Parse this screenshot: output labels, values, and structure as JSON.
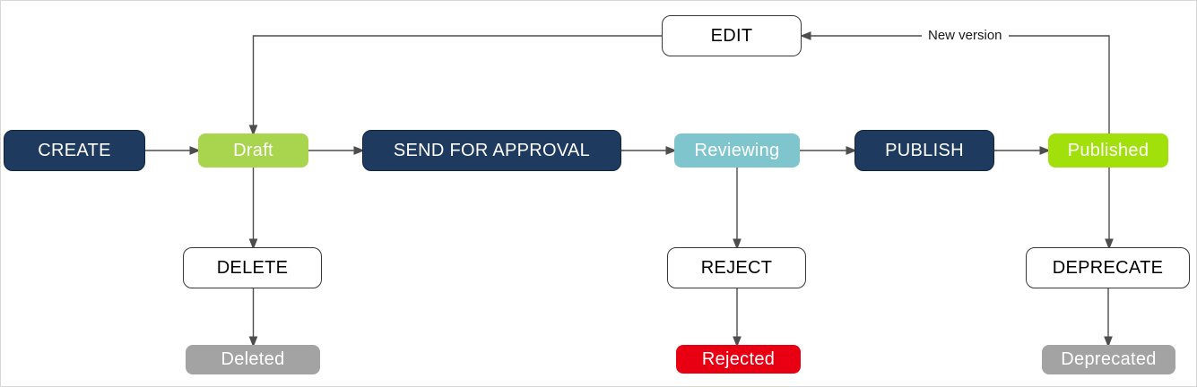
{
  "flowchart": {
    "nodes": {
      "create": {
        "label": "CREATE",
        "fill": "#1e3a5f",
        "text_color": "#ffffff"
      },
      "draft": {
        "label": "Draft",
        "fill": "#a8d44e",
        "text_color": "#ffffff"
      },
      "send_for_approval": {
        "label": "SEND FOR APPROVAL",
        "fill": "#1e3a5f",
        "text_color": "#ffffff"
      },
      "reviewing": {
        "label": "Reviewing",
        "fill": "#7fc5ce",
        "text_color": "#ffffff"
      },
      "publish": {
        "label": "PUBLISH",
        "fill": "#1e3a5f",
        "text_color": "#ffffff"
      },
      "published": {
        "label": "Published",
        "fill": "#a2e00c",
        "text_color": "#ffffff"
      },
      "edit": {
        "label": "EDIT",
        "fill": "#ffffff",
        "text_color": "#000000"
      },
      "delete": {
        "label": "DELETE",
        "fill": "#ffffff",
        "text_color": "#000000"
      },
      "reject": {
        "label": "REJECT",
        "fill": "#ffffff",
        "text_color": "#000000"
      },
      "deprecate": {
        "label": "DEPRECATE",
        "fill": "#ffffff",
        "text_color": "#000000"
      },
      "deleted": {
        "label": "Deleted",
        "fill": "#a3a3a3",
        "text_color": "#ffffff"
      },
      "rejected": {
        "label": "Rejected",
        "fill": "#e80012",
        "text_color": "#ffffff"
      },
      "deprecated": {
        "label": "Deprecated",
        "fill": "#a3a3a3",
        "text_color": "#ffffff"
      }
    },
    "edge_labels": {
      "new_version": "New version"
    },
    "colors": {
      "connector": "#4d4d4d",
      "action_dark": "#1e3a5f",
      "draft_green": "#a8d44e",
      "published_green": "#a2e00c",
      "reviewing_teal": "#7fc5ce",
      "terminal_gray": "#a3a3a3",
      "rejected_red": "#e80012",
      "outline": "#383838",
      "canvas_border": "#d7d7d7"
    }
  }
}
